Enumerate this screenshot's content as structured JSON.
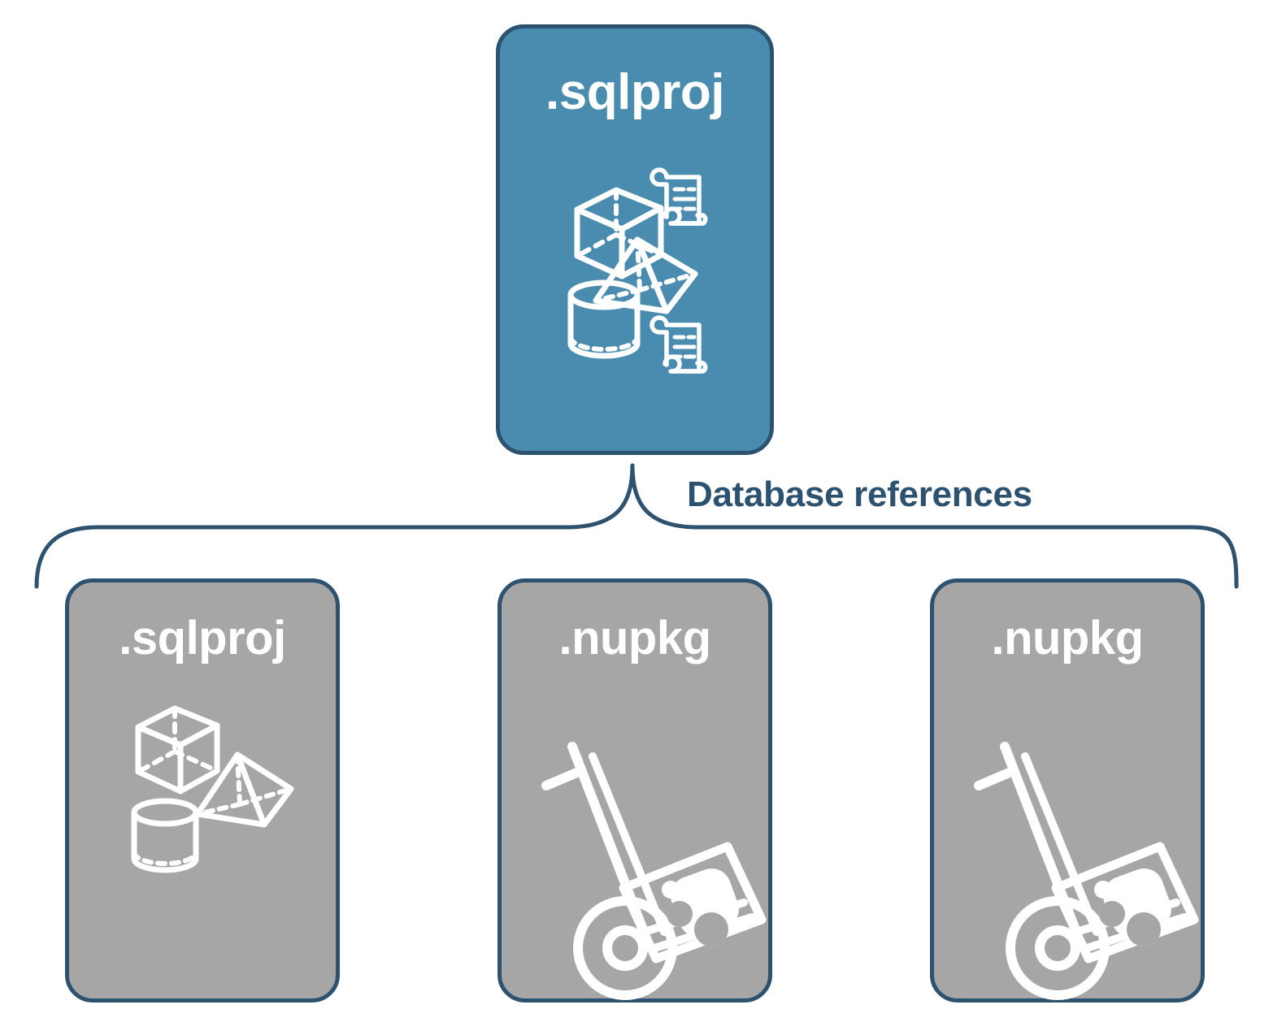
{
  "diagram": {
    "title_text": "Database references",
    "colors": {
      "primary_fill": "#4A8CAF",
      "reference_fill": "#A6A6A6",
      "border": "#2C5270",
      "label_text": "#2C5270",
      "icon_stroke": "#FFFFFF",
      "background": "#FFFFFF"
    }
  },
  "root_node": {
    "label": ".sqlproj",
    "icons": [
      "cube-icon",
      "pyramid-icon",
      "cylinder-icon",
      "script-scroll-icon",
      "script-scroll-icon"
    ]
  },
  "connector": {
    "label": "Database references"
  },
  "reference_nodes": [
    {
      "label": ".sqlproj",
      "icons": [
        "cube-icon",
        "pyramid-icon",
        "cylinder-icon"
      ]
    },
    {
      "label": ".nupkg",
      "icons": [
        "hand-truck-package-icon"
      ]
    },
    {
      "label": ".nupkg",
      "icons": [
        "hand-truck-package-icon"
      ]
    }
  ]
}
